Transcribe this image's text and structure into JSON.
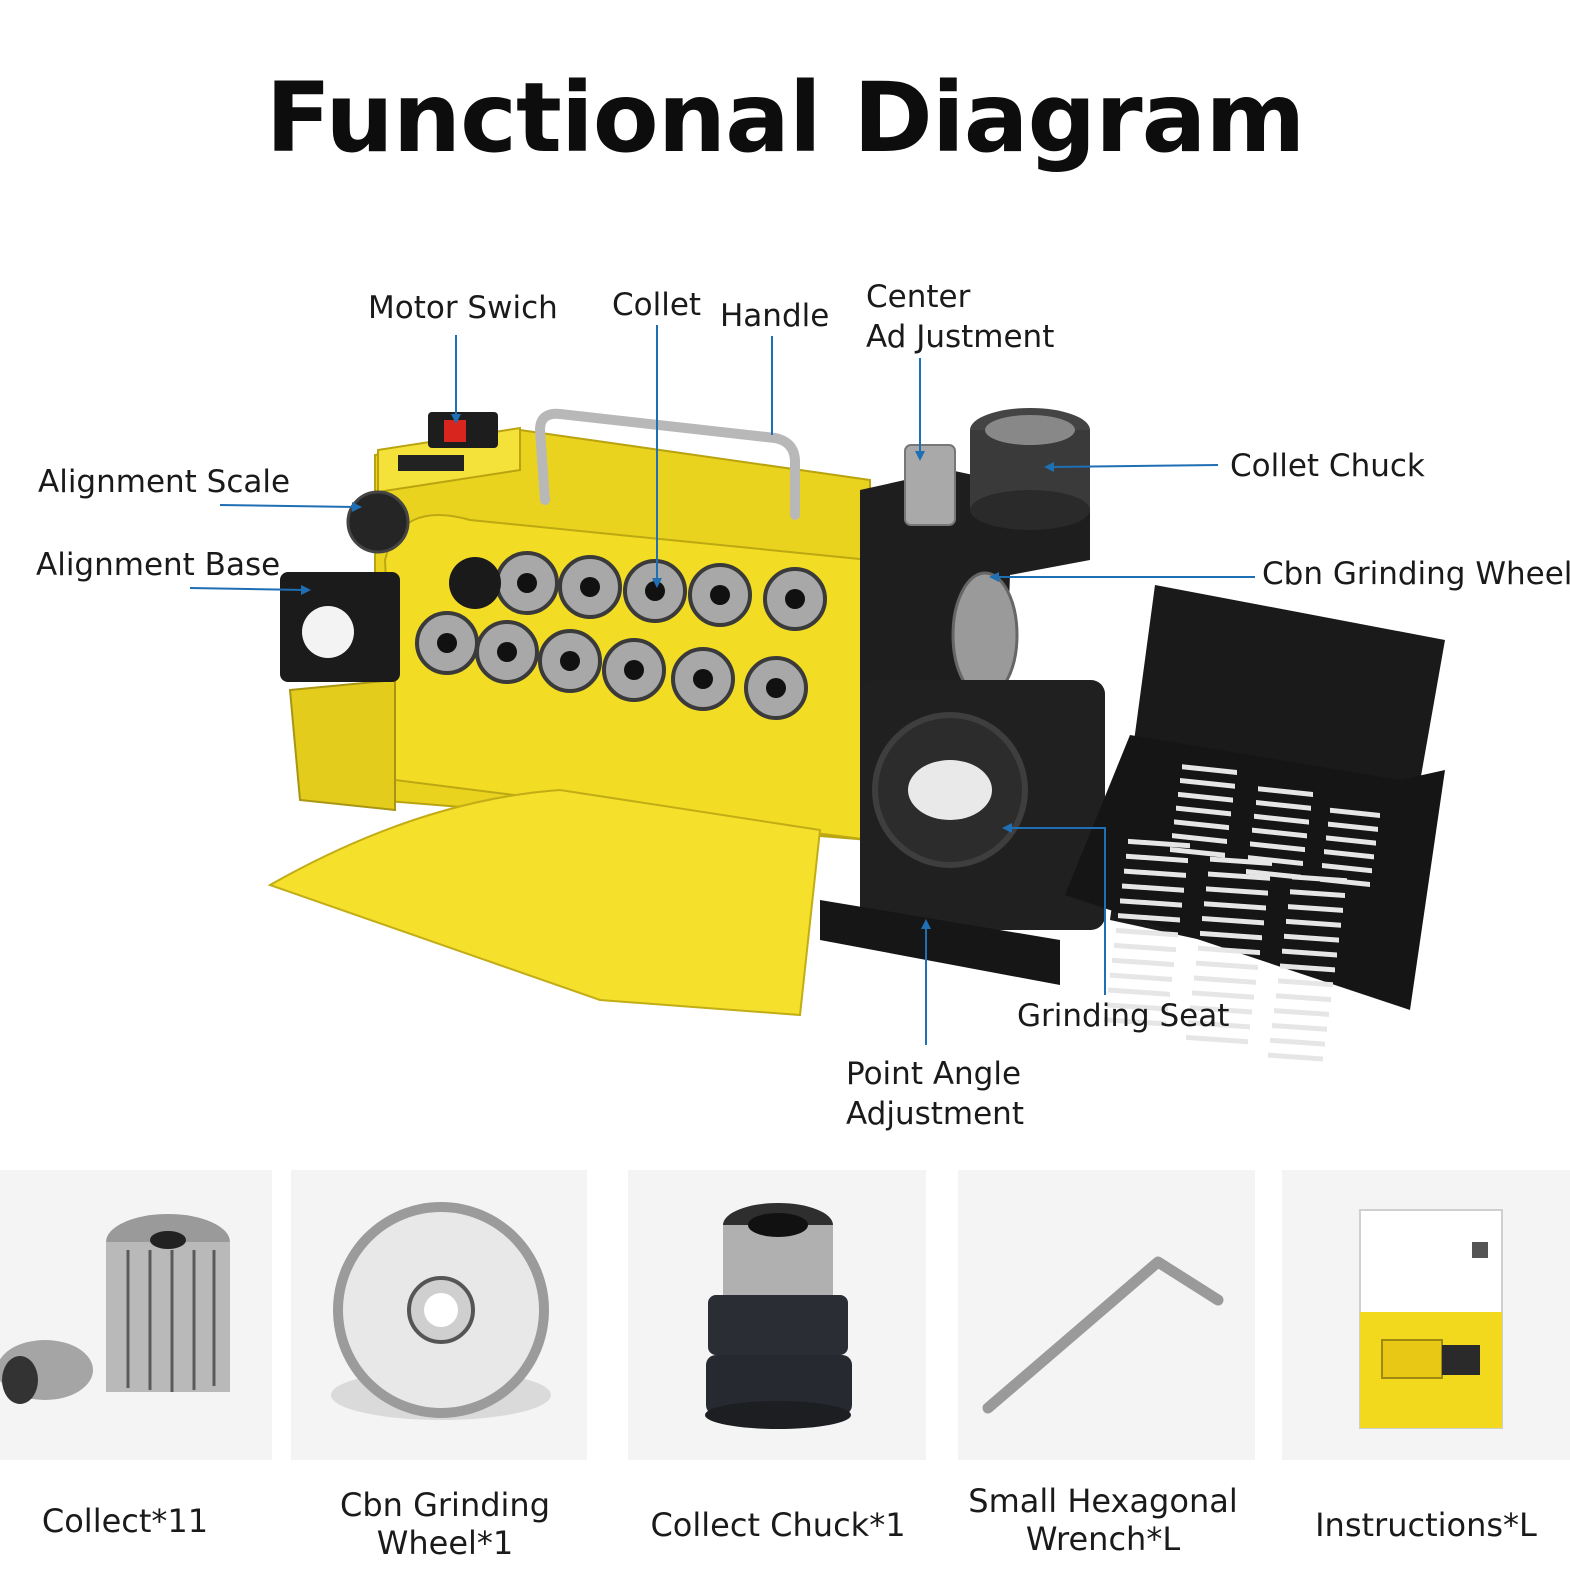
{
  "title": "Functional Diagram",
  "labels": {
    "motor_switch": "Motor Swich",
    "collet": "Collet",
    "handle": "Handle",
    "center_adjustment": [
      "Center",
      "Ad Justment"
    ],
    "collet_chuck": "Collet Chuck",
    "alignment_scale": "Alignment Scale",
    "alignment_base": "Alignment Base",
    "cbn_grinding_wheel": "Cbn Grinding Wheel",
    "grinding_seat": "Grinding Seat",
    "point_angle_adjustment": [
      "Point Angle",
      "Adjustment"
    ]
  },
  "accessories": [
    {
      "caption": [
        "Collect*11"
      ]
    },
    {
      "caption": [
        "Cbn Grinding",
        "Wheel*1"
      ]
    },
    {
      "caption": [
        "Collect Chuck*1"
      ]
    },
    {
      "caption": [
        "Small Hexagonal",
        "Wrench*L"
      ]
    },
    {
      "caption": [
        "Instructions*L"
      ]
    }
  ],
  "colors": {
    "machine_yellow": "#f2dc24",
    "machine_dark": "#1c1c1c",
    "leader_line": "#1f6fb5",
    "tile_bg": "#f4f4f4"
  }
}
